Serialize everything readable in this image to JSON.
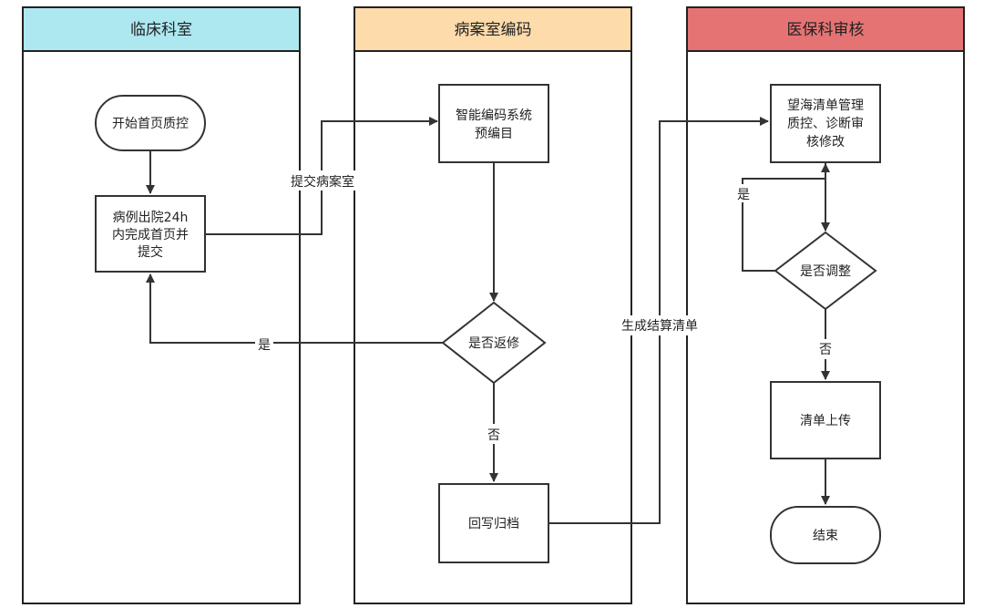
{
  "lanes": [
    {
      "title": "临床科室",
      "color": "#ade8f1"
    },
    {
      "title": "病案室编码",
      "color": "#fedbab"
    },
    {
      "title": "医保科审核",
      "color": "#e57373"
    }
  ],
  "nodes": {
    "start_qc": "开始首页质控",
    "submit_24h": [
      "病例出院24h",
      "内完成首页并",
      "提交"
    ],
    "auto_coding": [
      "智能编码系统",
      "预编目"
    ],
    "return_decision": "是否返修",
    "archive": "回写归档",
    "review": [
      "望海清单管理",
      "质控、诊断审",
      "核修改"
    ],
    "adjust_decision": "是否调整",
    "upload": "清单上传",
    "end": "结束"
  },
  "edge_labels": {
    "submit_to_records": "提交病案室",
    "return_yes": "是",
    "return_no": "否",
    "gen_settlement": "生成结算清单",
    "adjust_yes": "是",
    "adjust_no": "否"
  }
}
